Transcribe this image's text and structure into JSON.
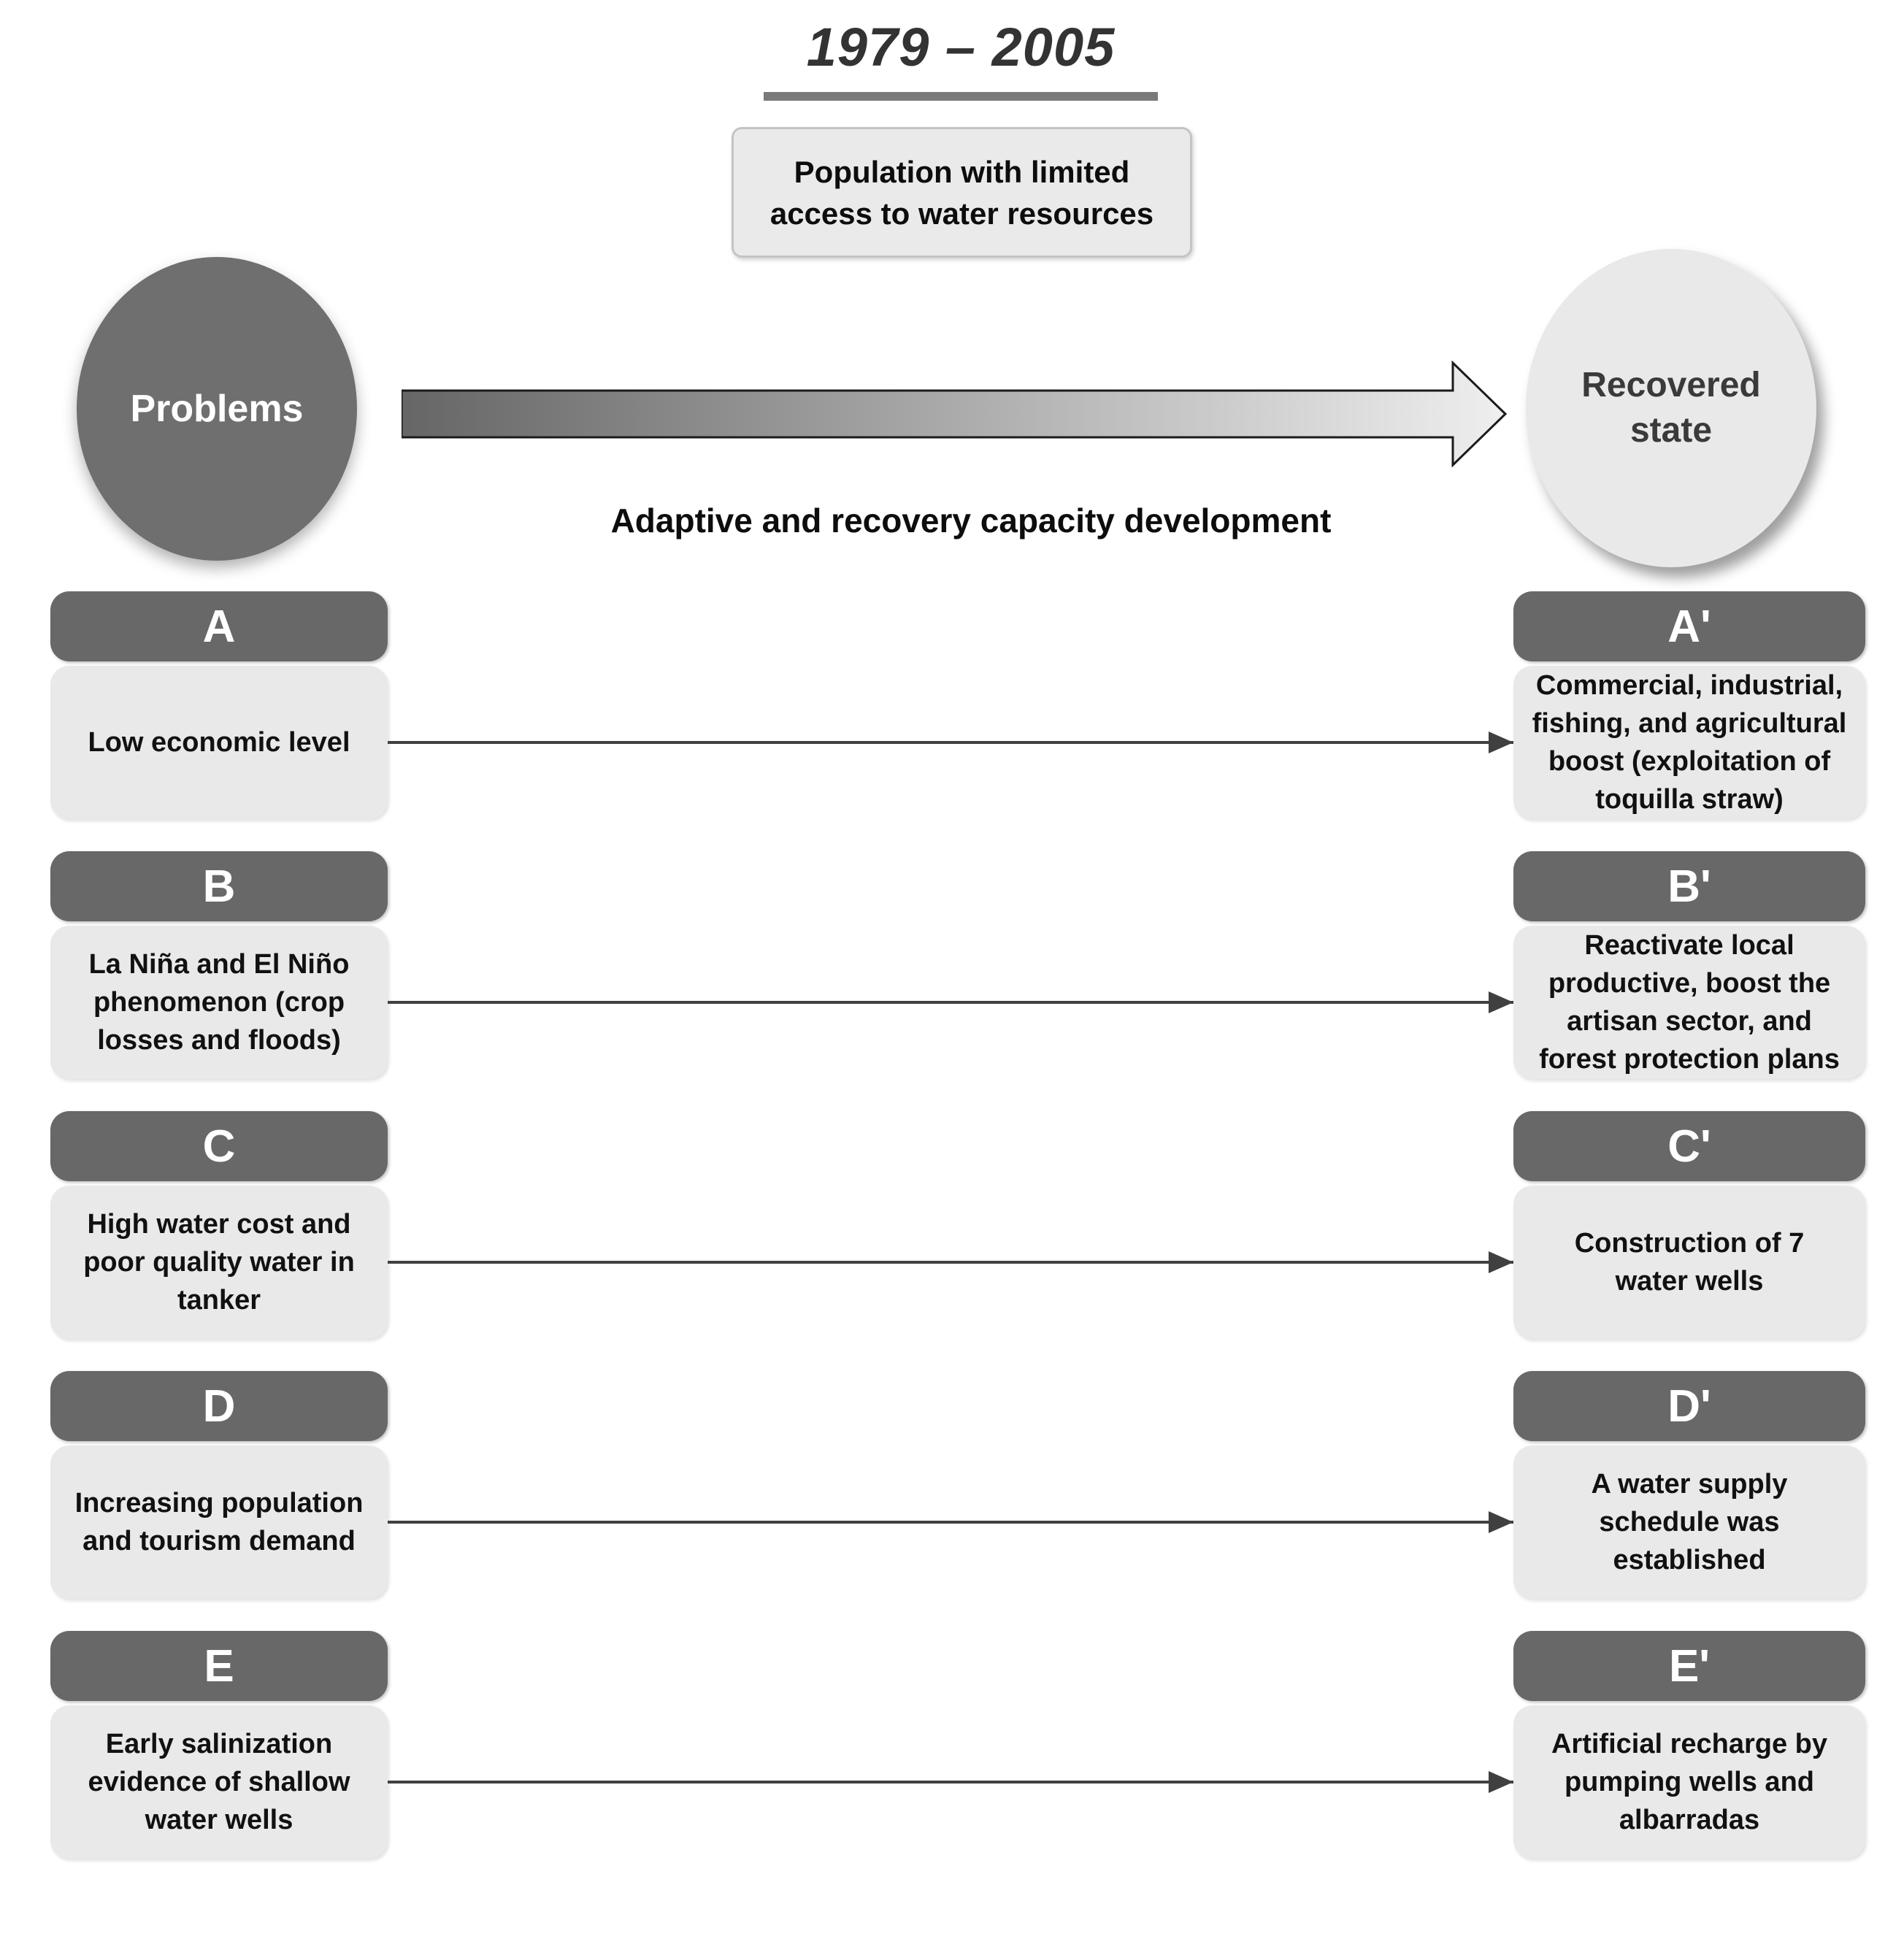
{
  "header": {
    "title": "1979 – 2005",
    "subtitle": "Population with limited\naccess to water resources"
  },
  "overview": {
    "problems_label": "Problems",
    "recovered_label": "Recovered\nstate",
    "arrow_label": "Adaptive and recovery capacity development"
  },
  "rows": [
    {
      "left_id": "A",
      "problem": "Low economic level",
      "right_id": "A'",
      "recovery": "Commercial, industrial,\nfishing, and agricultural\nboost (exploitation of\ntoquilla straw)"
    },
    {
      "left_id": "B",
      "problem": "La Niña and El Niño\nphenomenon (crop\nlosses and floods)",
      "right_id": "B'",
      "recovery": "Reactivate local\nproductive, boost the\nartisan sector, and\nforest protection plans"
    },
    {
      "left_id": "C",
      "problem": "High water cost and\npoor quality water in\ntanker",
      "right_id": "C'",
      "recovery": "Construction of 7\nwater wells"
    },
    {
      "left_id": "D",
      "problem": "Increasing population\nand tourism demand",
      "right_id": "D'",
      "recovery": "A water supply\nschedule was\nestablished"
    },
    {
      "left_id": "E",
      "problem": "Early salinization\nevidence of shallow\nwater wells",
      "right_id": "E'",
      "recovery": "Artificial recharge by\npumping wells and\nalbarradas"
    }
  ],
  "colors": {
    "header_box": "#686868",
    "body_box": "#e9e9e9",
    "problems_circle": "#6f6f6f",
    "recovered_circle": "#e9e9e9",
    "arrow_gradient_start": "#666666",
    "arrow_gradient_end": "#efefef",
    "arrow_outline": "#1b1b1b",
    "connector_line": "#404040",
    "title_underline": "#7a7a7a",
    "title_text": "#333333"
  }
}
